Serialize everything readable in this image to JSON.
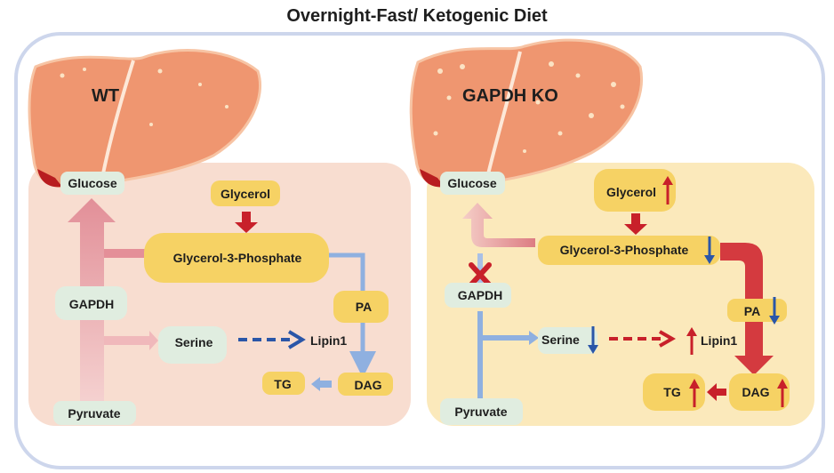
{
  "title": "Overnight-Fast/ Ketogenic Diet",
  "colors": {
    "wt_panel": "#f8ddd0",
    "ko_panel": "#fbe9bb",
    "yellow_box": "#f6d264",
    "mint_box": "#e0ede0",
    "red": "#c8202a",
    "blue": "#2a56a8",
    "pink_arrow": "#e7a0a6",
    "light_blue": "#8fb0e0"
  },
  "wt": {
    "label": "WT",
    "glucose": "Glucose",
    "glycerol": "Glycerol",
    "g3p": "Glycerol-3-Phosphate",
    "gapdh": "GAPDH",
    "serine": "Serine",
    "lipin1": "Lipin1",
    "pa": "PA",
    "dag": "DAG",
    "tg": "TG",
    "pyruvate": "Pyruvate"
  },
  "ko": {
    "label": "GAPDH KO",
    "glucose": "Glucose",
    "glycerol": "Glycerol",
    "g3p": "Glycerol-3-Phosphate",
    "gapdh": "GAPDH",
    "serine": "Serine",
    "lipin1": "Lipin1",
    "pa": "PA",
    "dag": "DAG",
    "tg": "TG",
    "pyruvate": "Pyruvate",
    "changes": {
      "glycerol": "up",
      "g3p": "down",
      "pa": "down",
      "serine": "down",
      "lipin1": "up",
      "dag": "up",
      "tg": "up"
    }
  }
}
